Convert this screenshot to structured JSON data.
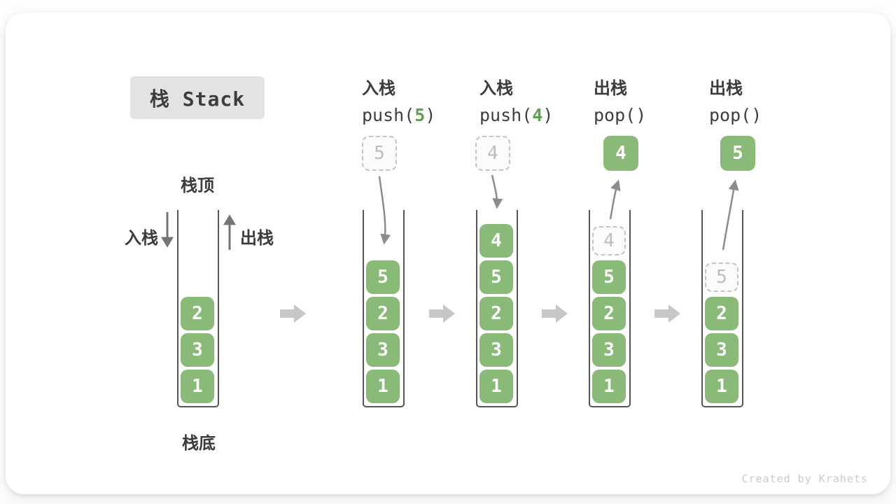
{
  "title": "栈 Stack",
  "watermark": "Created by Krahets",
  "labels": {
    "stack_top": "栈顶",
    "stack_bottom": "栈底",
    "push_side": "入栈",
    "pop_side": "出栈"
  },
  "columns": [
    {
      "op": "入栈",
      "code_pre": "push(",
      "code_arg": "5",
      "code_post": ")"
    },
    {
      "op": "入栈",
      "code_pre": "push(",
      "code_arg": "4",
      "code_post": ")"
    },
    {
      "op": "出栈",
      "code_pre": "pop(",
      "code_arg": "",
      "code_post": ")"
    },
    {
      "op": "出栈",
      "code_pre": "pop(",
      "code_arg": "",
      "code_post": ")"
    }
  ],
  "stacks": [
    {
      "items": [
        {
          "v": "1",
          "ghost": false
        },
        {
          "v": "3",
          "ghost": false
        },
        {
          "v": "2",
          "ghost": false
        }
      ]
    },
    {
      "items": [
        {
          "v": "1",
          "ghost": false
        },
        {
          "v": "3",
          "ghost": false
        },
        {
          "v": "2",
          "ghost": false
        },
        {
          "v": "5",
          "ghost": false
        }
      ]
    },
    {
      "items": [
        {
          "v": "1",
          "ghost": false
        },
        {
          "v": "3",
          "ghost": false
        },
        {
          "v": "2",
          "ghost": false
        },
        {
          "v": "5",
          "ghost": false
        },
        {
          "v": "4",
          "ghost": false
        }
      ]
    },
    {
      "items": [
        {
          "v": "1",
          "ghost": false
        },
        {
          "v": "3",
          "ghost": false
        },
        {
          "v": "2",
          "ghost": false
        },
        {
          "v": "5",
          "ghost": false
        },
        {
          "v": "4",
          "ghost": true
        }
      ]
    },
    {
      "items": [
        {
          "v": "1",
          "ghost": false
        },
        {
          "v": "3",
          "ghost": false
        },
        {
          "v": "2",
          "ghost": false
        },
        {
          "v": "5",
          "ghost": true
        }
      ]
    }
  ],
  "top_boxes": [
    {
      "v": "5",
      "ghost": true
    },
    {
      "v": "4",
      "ghost": true
    },
    {
      "v": "4",
      "ghost": false
    },
    {
      "v": "5",
      "ghost": false
    }
  ],
  "colors": {
    "cell_green": "#89ba77",
    "code_arg_green": "#5ea152",
    "label_dark": "#3c3c3c",
    "well_border": "#565656",
    "ghost_border": "#c4c4c4",
    "ghost_text": "#bdbdbd",
    "curved_arrow": "#8c8c8c",
    "side_arrow": "#757575",
    "block_arrow": "#c7c7c7",
    "badge_bg": "#e3e3e3",
    "watermark": "#cbcbcb"
  }
}
